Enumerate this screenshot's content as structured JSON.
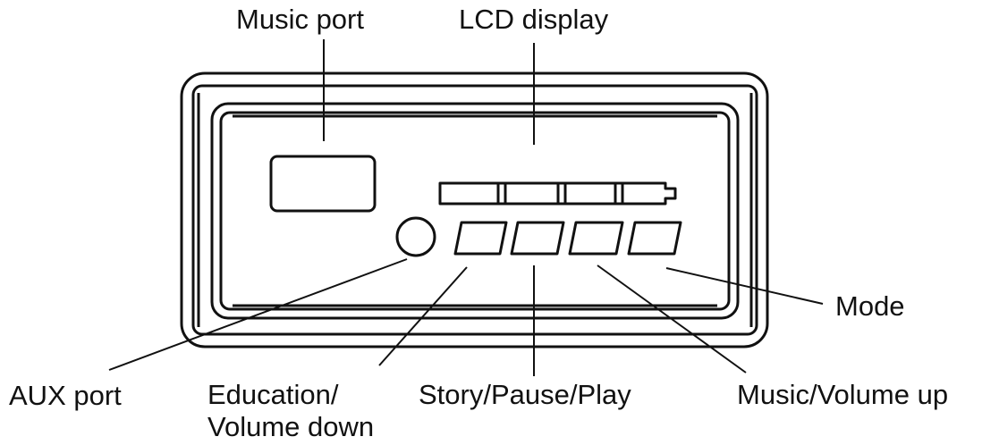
{
  "labels": {
    "music_port": "Music port",
    "lcd_display": "LCD display",
    "mode": "Mode",
    "aux_port": "AUX port",
    "education_line1": "Education/",
    "education_line2": "Volume down",
    "story": "Story/Pause/Play",
    "music_volume_up": "Music/Volume up"
  },
  "colors": {
    "stroke": "#111111",
    "background": "#ffffff"
  }
}
